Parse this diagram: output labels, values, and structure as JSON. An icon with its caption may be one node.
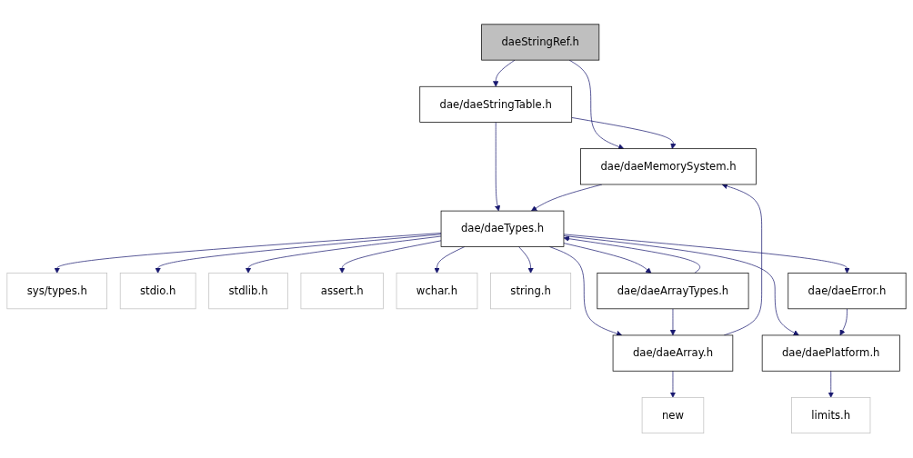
{
  "diagram": {
    "nodes": [
      {
        "text": [
          "daeStringRef.h"
        ]
      },
      {
        "text": [
          "dae/daeStringTable.h"
        ]
      },
      {
        "text": [
          "dae/daeMemorySystem.h"
        ]
      },
      {
        "text": [
          "dae/daeTypes.h"
        ]
      },
      {
        "text": [
          "sys/types.h"
        ]
      },
      {
        "text": [
          "stdio.h"
        ]
      },
      {
        "text": [
          "stdlib.h"
        ]
      },
      {
        "text": [
          "assert.h"
        ]
      },
      {
        "text": [
          "wchar.h"
        ]
      },
      {
        "text": [
          "string.h"
        ]
      },
      {
        "text": [
          "dae/daeArrayTypes.h"
        ]
      },
      {
        "text": [
          "dae/daeError.h"
        ]
      },
      {
        "text": [
          "dae/daeArray.h"
        ]
      },
      {
        "text": [
          "dae/daePlatform.h"
        ]
      },
      {
        "text": [
          "new"
        ]
      },
      {
        "text": [
          "limits.h"
        ]
      }
    ],
    "edges": [
      {
        "from": 0,
        "to": 2,
        "arrow": "to"
      },
      {
        "from": 0,
        "to": 1,
        "arrow": "to"
      },
      {
        "from": 1,
        "to": 2,
        "arrow": "to"
      },
      {
        "from": 1,
        "to": 3,
        "arrow": "to"
      },
      {
        "from": 2,
        "to": 3,
        "arrow": "to"
      },
      {
        "from": 3,
        "to": 4,
        "arrow": "to"
      },
      {
        "from": 3,
        "to": 5,
        "arrow": "to"
      },
      {
        "from": 3,
        "to": 6,
        "arrow": "to"
      },
      {
        "from": 3,
        "to": 7,
        "arrow": "to"
      },
      {
        "from": 3,
        "to": 8,
        "arrow": "to"
      },
      {
        "from": 3,
        "to": 9,
        "arrow": "to"
      },
      {
        "from": 3,
        "to": 12,
        "arrow": "to"
      },
      {
        "from": 3,
        "to": 10,
        "arrow": "to"
      },
      {
        "from": 10,
        "to": 3,
        "arrow": "to"
      },
      {
        "from": 3,
        "to": 11,
        "arrow": "to"
      },
      {
        "from": 3,
        "to": 13,
        "arrow": "to"
      },
      {
        "from": 10,
        "to": 12,
        "arrow": "to"
      },
      {
        "from": 11,
        "to": 13,
        "arrow": "to"
      },
      {
        "from": 12,
        "to": 2,
        "arrow": "to"
      },
      {
        "from": 12,
        "to": 14,
        "arrow": "to"
      },
      {
        "from": 13,
        "to": 15,
        "arrow": "to"
      }
    ]
  }
}
